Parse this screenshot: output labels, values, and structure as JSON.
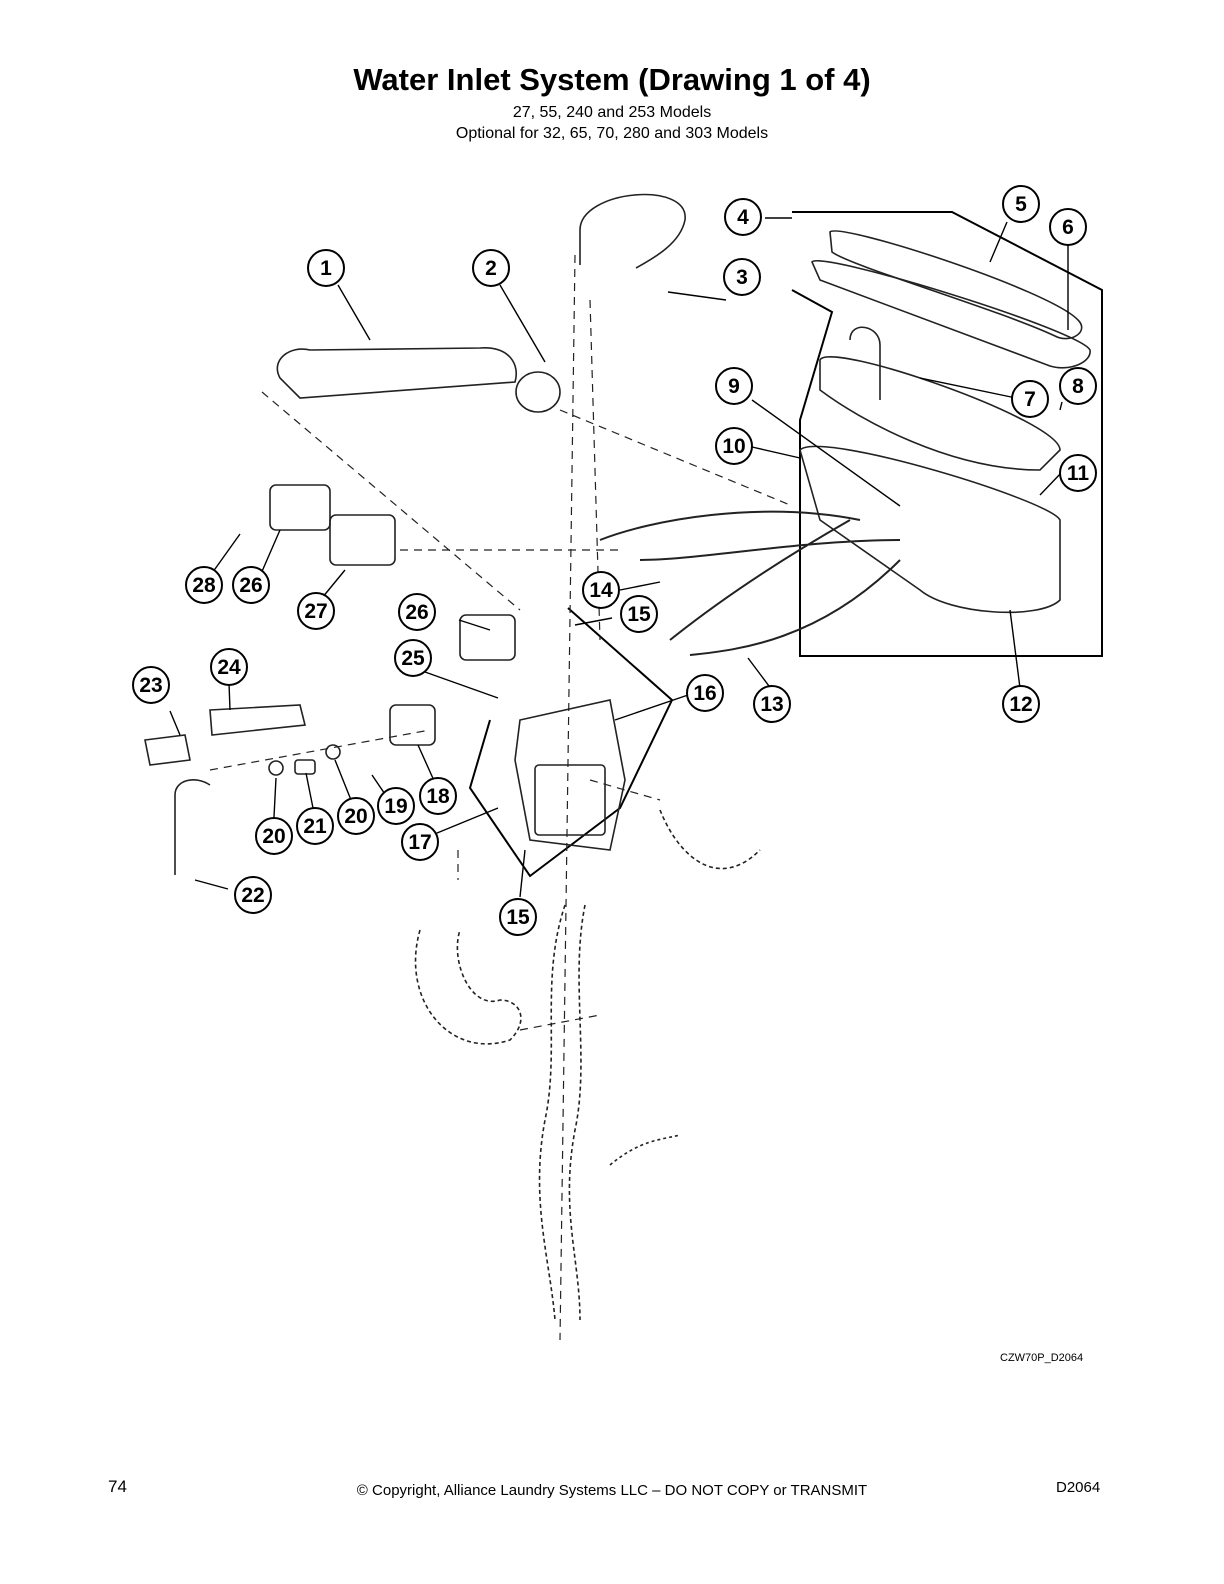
{
  "header": {
    "title": "Water Inlet System (Drawing 1 of 4)",
    "subtitle_1": "27, 55, 240 and 253 Models",
    "subtitle_2": "Optional for 32, 65, 70, 280 and 303 Models"
  },
  "callouts": [
    "1",
    "2",
    "3",
    "4",
    "5",
    "6",
    "7",
    "8",
    "9",
    "10",
    "11",
    "12",
    "13",
    "14",
    "15",
    "15",
    "16",
    "17",
    "18",
    "19",
    "20",
    "20",
    "21",
    "22",
    "23",
    "24",
    "25",
    "26",
    "26",
    "27",
    "28"
  ],
  "drawing_code": "CZW70P_D2064",
  "footer": {
    "page_number": "74",
    "copyright": "© Copyright, Alliance Laundry Systems LLC – DO NOT COPY or TRANSMIT",
    "doc_id": "D2064"
  }
}
